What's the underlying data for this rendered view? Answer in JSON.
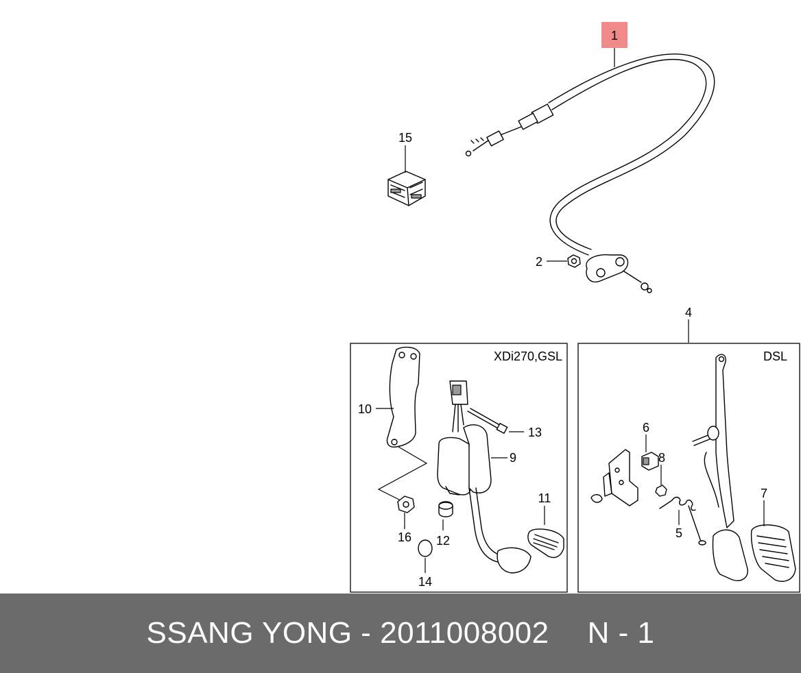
{
  "diagram": {
    "callouts": [
      {
        "id": "1",
        "text": "1",
        "highlight_color": "#f08a8a"
      },
      {
        "id": "2",
        "text": "2"
      },
      {
        "id": "4",
        "text": "4"
      },
      {
        "id": "5",
        "text": "5"
      },
      {
        "id": "6",
        "text": "6"
      },
      {
        "id": "7",
        "text": "7"
      },
      {
        "id": "8",
        "text": "8"
      },
      {
        "id": "9",
        "text": "9"
      },
      {
        "id": "10",
        "text": "10"
      },
      {
        "id": "11",
        "text": "11"
      },
      {
        "id": "12",
        "text": "12"
      },
      {
        "id": "13",
        "text": "13"
      },
      {
        "id": "14",
        "text": "14"
      },
      {
        "id": "15",
        "text": "15"
      },
      {
        "id": "16",
        "text": "16"
      }
    ],
    "panels": {
      "left_label": "XDi270,GSL",
      "right_label": "DSL"
    }
  },
  "footer": {
    "brand_part": "SSANG YONG - 2011008002",
    "page": "N - 1"
  }
}
